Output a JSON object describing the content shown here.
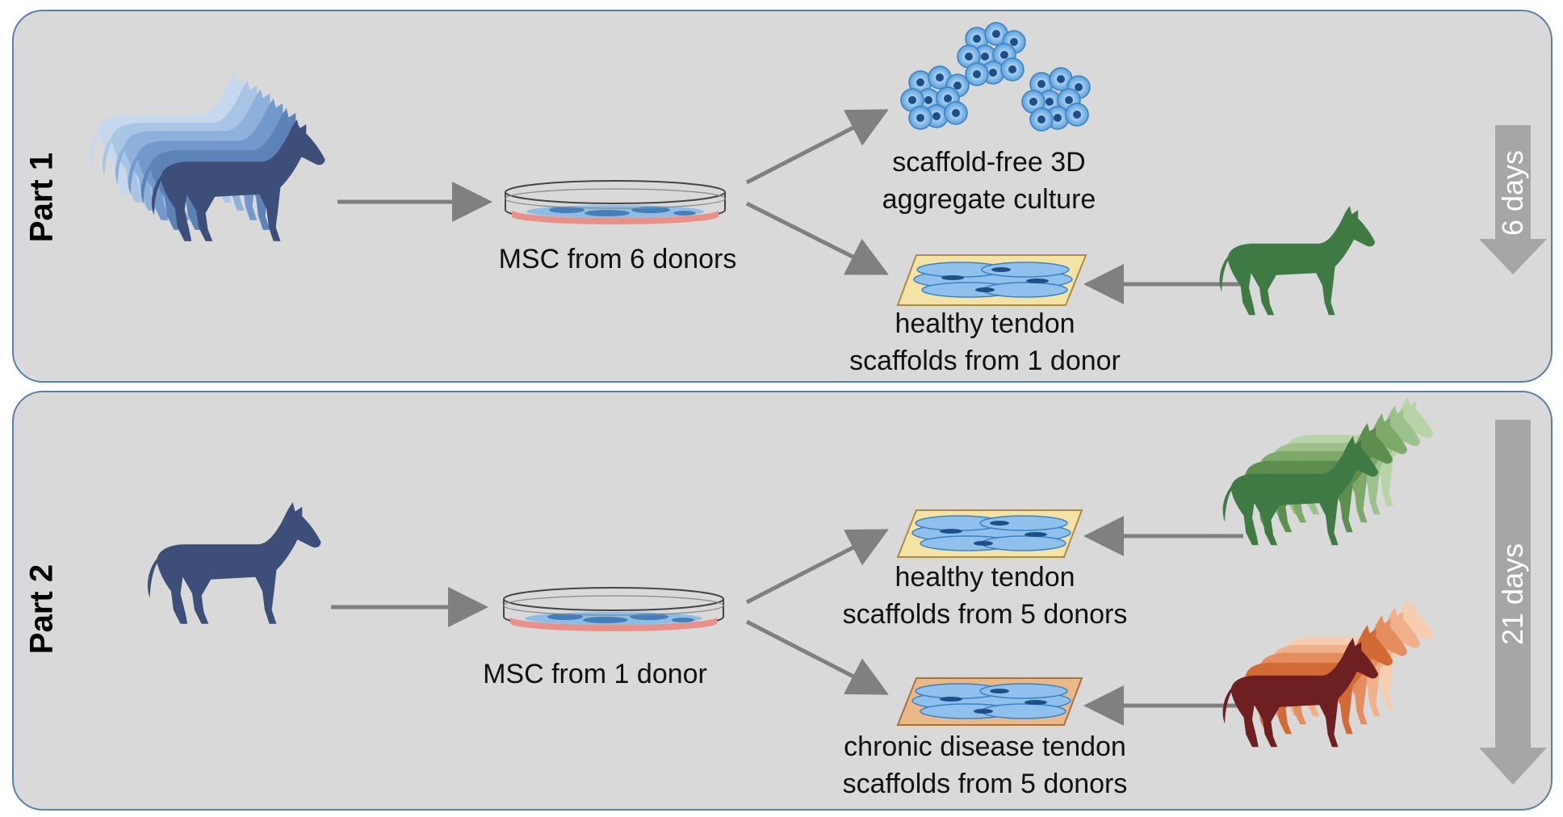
{
  "part1": {
    "label": "Part 1",
    "msc_label": "MSC from 6 donors",
    "aggregate_label": [
      "scaffold-free 3D",
      "aggregate culture"
    ],
    "scaffold_label": [
      "healthy tendon",
      "scaffolds from 1 donor"
    ],
    "duration": "6 days"
  },
  "part2": {
    "label": "Part 2",
    "msc_label": "MSC from 1 donor",
    "healthy_label": [
      "healthy tendon",
      "scaffolds from 5 donors"
    ],
    "disease_label": [
      "chronic disease tendon",
      "scaffolds from 5 donors"
    ],
    "duration": "21 days"
  },
  "colors": {
    "panel_bg": "#d9d9d9",
    "panel_border": "#5b7fa6",
    "arrow": "#808080",
    "horse_navy": "#3d4f78",
    "horse_blue_light": "#9ab9dd",
    "horse_green": "#3f7a45",
    "horse_green_light": "#9cc18d",
    "horse_maroon": "#6e1f22",
    "horse_orange_light": "#f0b08a",
    "cell_blue": "#5aa0dc",
    "dish_medium": "#e8918b",
    "scaffold_healthy": "#f4e3a6",
    "scaffold_disease": "#eab98a"
  }
}
